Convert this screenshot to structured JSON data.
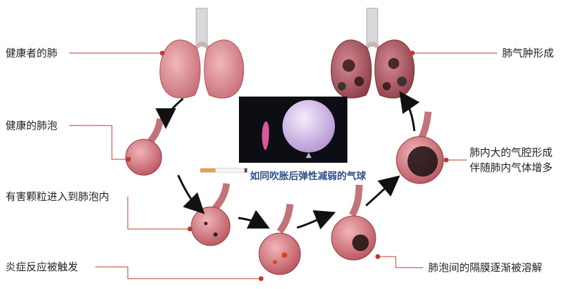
{
  "labels": {
    "healthy_lung": "健康者的肺",
    "healthy_alveoli": "健康的肺泡",
    "particles_enter": "有害颗粒进入到肺泡内",
    "inflammation": "炎症反应被触发",
    "emphysema_formed": "肺气肿形成",
    "enlarged_space_line1": "肺内大的气腔形成",
    "enlarged_space_line2": "伴随肺内气体增多",
    "septa_dissolved": "肺泡间的隔膜逐渐被溶解"
  },
  "inset_caption": "如同吹胀后弹性减弱的气球",
  "colors": {
    "leader_line": "#c0392b",
    "arrow": "#111111",
    "caption": "#2f4e8c",
    "inset_bg": "#0d0d14",
    "lung_healthy": "#d98a90",
    "lung_damaged": "#a84a55",
    "alveoli": "#c76a72",
    "damage": "#1a1010"
  },
  "icons": [
    "lung-healthy-icon",
    "lung-emphysema-icon",
    "alveoli-cluster-icon",
    "balloon-icon",
    "cigarette-icon"
  ]
}
